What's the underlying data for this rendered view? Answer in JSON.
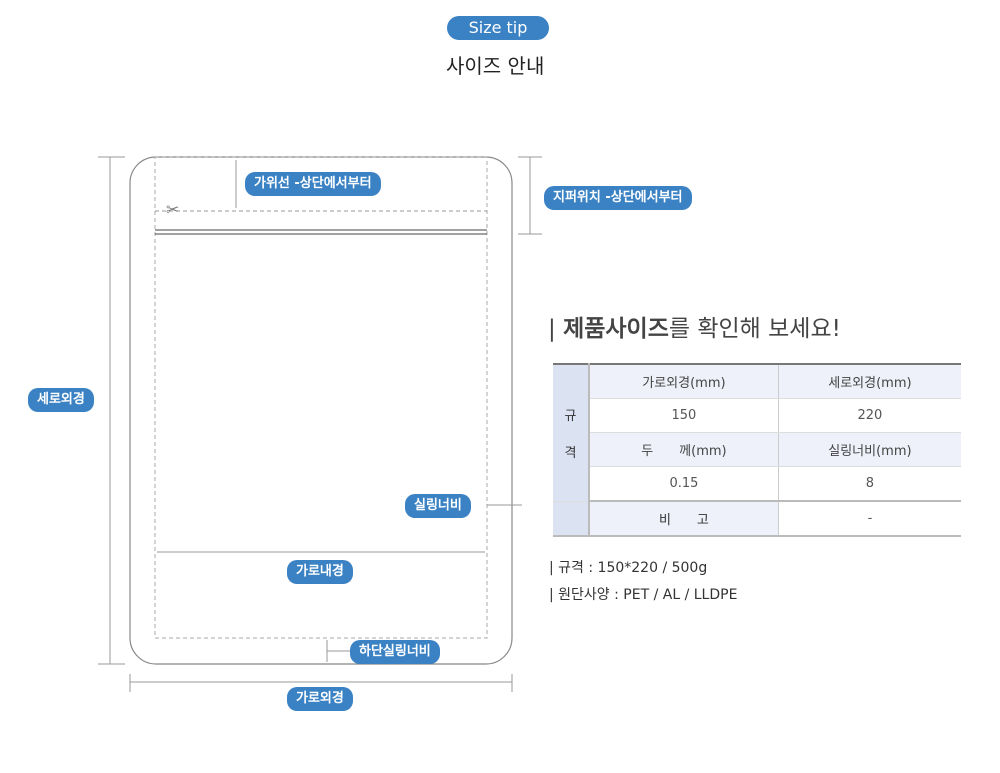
{
  "header": {
    "badge": "Size tip",
    "title": "사이즈 안내"
  },
  "diagram": {
    "cut_line": "가위선 -상단에서부터",
    "zipper_position": "지퍼위치 -상단에서부터",
    "outer_height": "세로외경",
    "seal_width": "실링너비",
    "inner_width": "가로내경",
    "bottom_seal_width": "하단실링너비",
    "outer_width": "가로외경",
    "scissors_icon": "scissors-icon"
  },
  "spec": {
    "heading_bold": "제품사이즈",
    "heading_rest": "를 확인해 보세요!",
    "table": {
      "side_label_1": "규",
      "side_label_2": "격",
      "col1_header": "가로외경(mm)",
      "col2_header": "세로외경(mm)",
      "col1_value": "150",
      "col2_value": "220",
      "col3_header": "두　　께(mm)",
      "col4_header": "실링너비(mm)",
      "col3_value": "0.15",
      "col4_value": "8",
      "note_label": "비　　고",
      "note_value": "-"
    },
    "notes": [
      "|  규격 : 150*220 / 500g",
      "| 원단사양 : PET / AL / LLDPE"
    ]
  }
}
